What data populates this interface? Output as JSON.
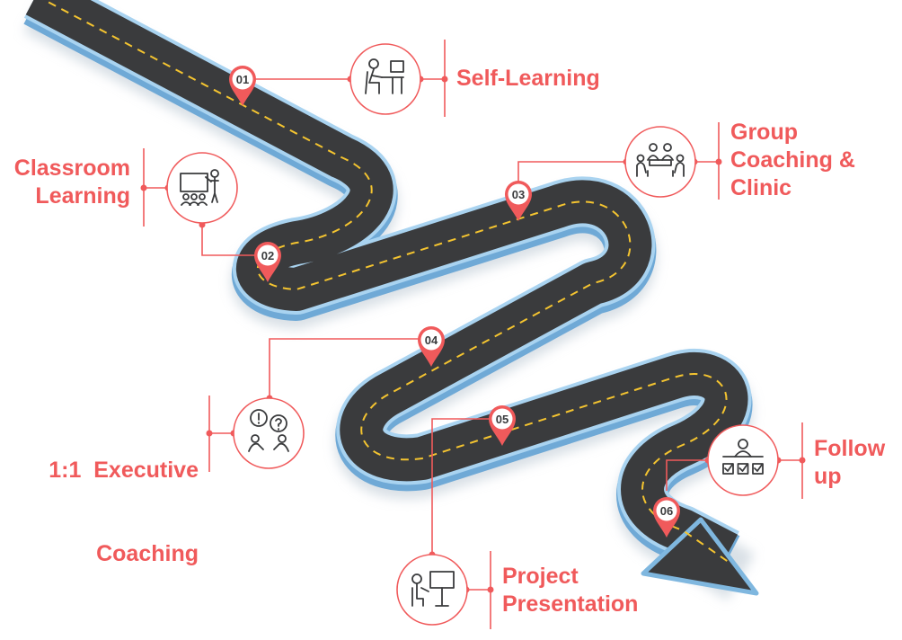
{
  "accent_color": "#f05a5b",
  "road_color": "#3a3b3d",
  "road_edge_color": "#7fb7df",
  "lane_line_color": "#f4c430",
  "steps": [
    {
      "number": "01",
      "label_lines": [
        "Self-Learning"
      ],
      "icon": "desk-computer-icon"
    },
    {
      "number": "02",
      "label_lines": [
        "Classroom",
        "Learning"
      ],
      "icon": "classroom-icon"
    },
    {
      "number": "03",
      "label_lines": [
        "Group",
        "Coaching &",
        "Clinic"
      ],
      "icon": "group-meeting-icon"
    },
    {
      "number": "04",
      "label_lines": [
        "1:1  Executive",
        "Coaching"
      ],
      "icon": "conversation-icon"
    },
    {
      "number": "05",
      "label_lines": [
        "Project",
        "Presentation"
      ],
      "icon": "presentation-icon"
    },
    {
      "number": "06",
      "label_lines": [
        "Follow",
        "up"
      ],
      "icon": "checklist-icon"
    }
  ]
}
